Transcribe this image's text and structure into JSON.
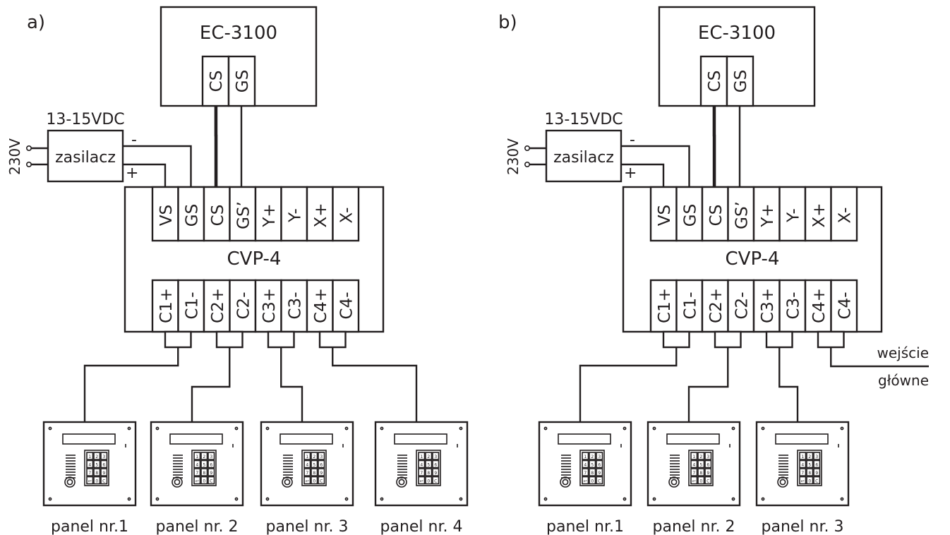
{
  "diagrams": [
    {
      "id": "a",
      "label": "a)",
      "controller": "EC-3100",
      "controller_terminals": [
        "CS",
        "GS"
      ],
      "psu_voltage": "13-15VDC",
      "psu_label": "zasilacz",
      "mains": "230V",
      "minus": "-",
      "plus": "+",
      "hub": "CVP-4",
      "hub_top_terminals": [
        "VS",
        "GS",
        "CS",
        "GS’",
        "Y+",
        "Y-",
        "X+",
        "X-"
      ],
      "hub_bottom_terminals": [
        "C1+",
        "C1-",
        "C2+",
        "C2-",
        "C3+",
        "C3-",
        "C4+",
        "C4-"
      ],
      "panels": [
        "panel nr.1",
        "panel nr. 2",
        "panel nr. 3",
        "panel nr. 4"
      ],
      "main_input": []
    },
    {
      "id": "b",
      "label": "b)",
      "controller": "EC-3100",
      "controller_terminals": [
        "CS",
        "GS"
      ],
      "psu_voltage": "13-15VDC",
      "psu_label": "zasilacz",
      "mains": "230V",
      "minus": "-",
      "plus": "+",
      "hub": "CVP-4",
      "hub_top_terminals": [
        "VS",
        "GS",
        "CS",
        "GS’",
        "Y+",
        "Y-",
        "X+",
        "X-"
      ],
      "hub_bottom_terminals": [
        "C1+",
        "C1-",
        "C2+",
        "C2-",
        "C3+",
        "C3-",
        "C4+",
        "C4-"
      ],
      "panels": [
        "panel nr.1",
        "panel nr. 2",
        "panel nr. 3"
      ],
      "main_input": [
        "wejście",
        "główne"
      ]
    }
  ],
  "keypad_keys": [
    "1",
    "2",
    "3",
    "4",
    "5",
    "6",
    "7",
    "8",
    "9",
    "↩",
    "0",
    "C"
  ]
}
